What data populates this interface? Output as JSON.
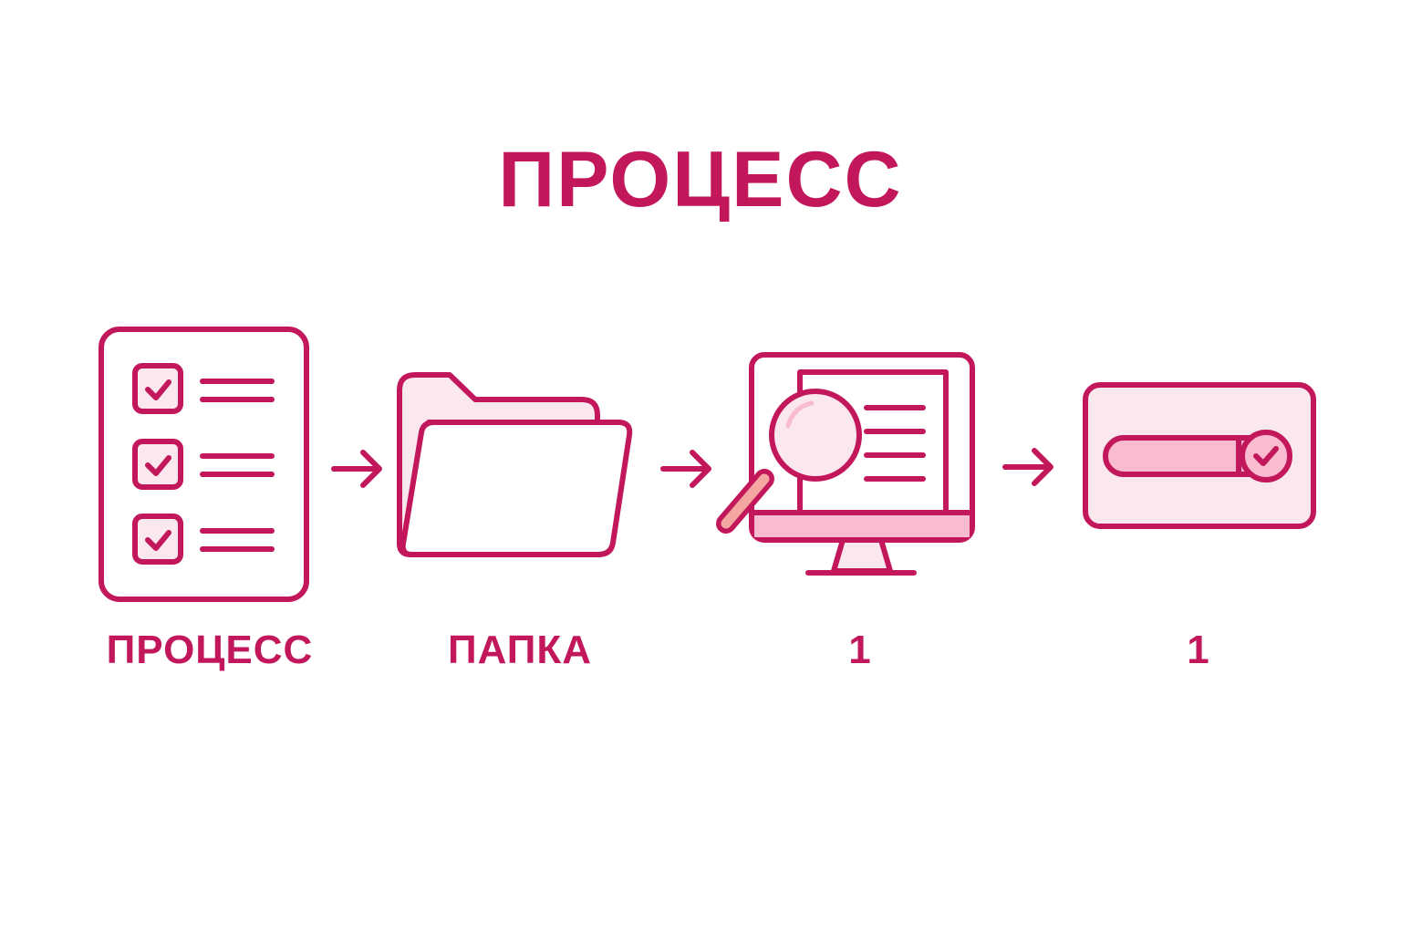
{
  "title": "ПРОЦЕСС",
  "colors": {
    "accent": "#c2185b",
    "fill_light": "#fbe7ee",
    "fill_mid": "#f8bbd0",
    "white": "#ffffff"
  },
  "steps": [
    {
      "icon": "checklist-icon",
      "label": "ПРОЦЕСС"
    },
    {
      "icon": "folder-icon",
      "label": "ПАПКА"
    },
    {
      "icon": "monitor-search-icon",
      "label": "1"
    },
    {
      "icon": "progress-check-icon",
      "label": "1"
    }
  ],
  "arrows": [
    "arrow-right-icon",
    "arrow-right-icon",
    "arrow-right-icon"
  ]
}
